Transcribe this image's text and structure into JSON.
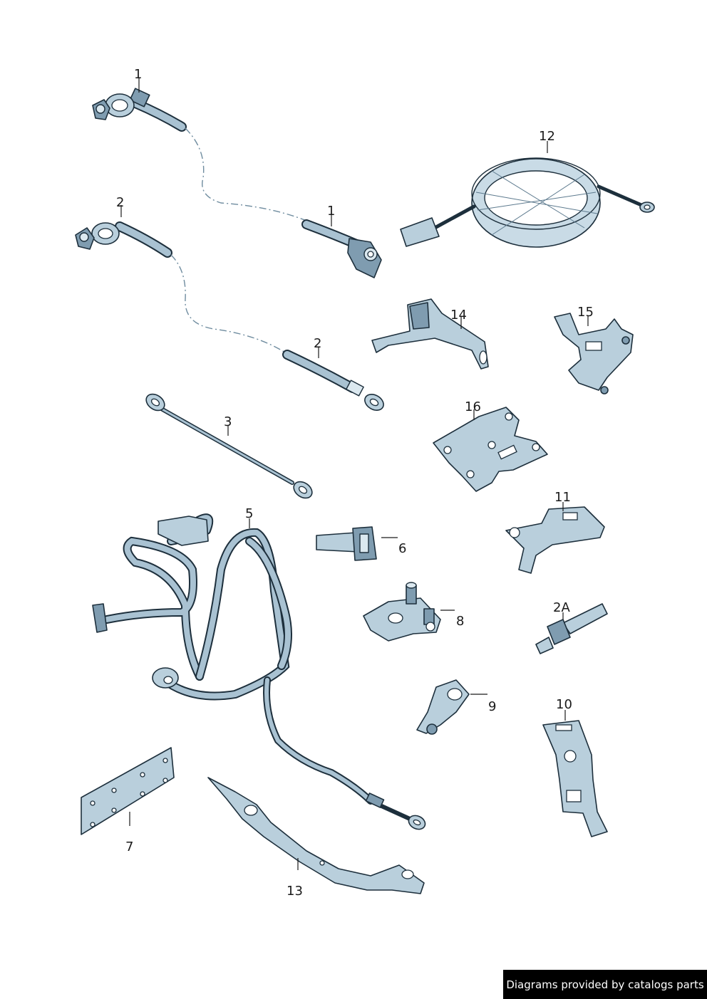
{
  "callouts": {
    "c1a": "1",
    "c1b": "1",
    "c2a": "2",
    "c2b": "2",
    "c2A": "2A",
    "c3": "3",
    "c5": "5",
    "c6": "6",
    "c7": "7",
    "c8": "8",
    "c9": "9",
    "c10": "10",
    "c11": "11",
    "c12": "12",
    "c13": "13",
    "c14": "14",
    "c15": "15",
    "c16": "16"
  },
  "credit": "Diagrams provided by catalogs parts",
  "colors": {
    "part_fill": "#b9cfdc",
    "part_outline": "#1d2f3c",
    "credit_bg": "#000000",
    "credit_text": "#ffffff"
  }
}
